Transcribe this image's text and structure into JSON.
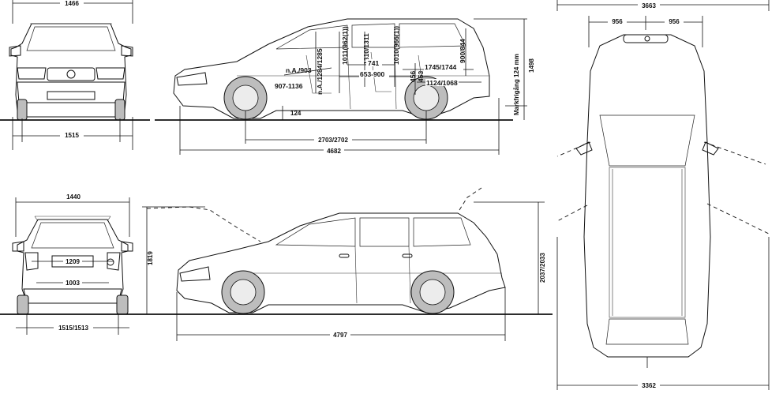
{
  "front_view": {
    "width": "1466",
    "track": "1515"
  },
  "rear_view": {
    "width": "1440",
    "inner_width_upper": "1209",
    "inner_width_lower": "1003",
    "track": "1515/1513",
    "height": "1819"
  },
  "side_view_interior": {
    "overall_height": "1498",
    "ground_clearance_label": "Markfrigång 124 mm",
    "ground_clearance": "124",
    "wheelbase": "2703/2702",
    "length": "4682",
    "interior": {
      "na_903": "n.A./903",
      "d_907_1136": "907-1136",
      "na_1284_1285": "n.A./1284/1285",
      "d_1011_962": "1011(962(1))",
      "d_1310_1311": "1310/1311",
      "d_741": "741",
      "d_653_900": "653-900",
      "d_1010_966": "1010(966(1))",
      "d_456": "456",
      "d_453": "453",
      "d_1745_1744": "1745/1744",
      "d_900_844": "900/844",
      "d_1124_1068": "1124/1068"
    }
  },
  "side_view_open": {
    "length": "4797",
    "tailgate_open_height": "2037/2033"
  },
  "top_view": {
    "mirror_width": "3663",
    "half_left": "956",
    "half_right": "956",
    "doors_open_width": "3362"
  }
}
